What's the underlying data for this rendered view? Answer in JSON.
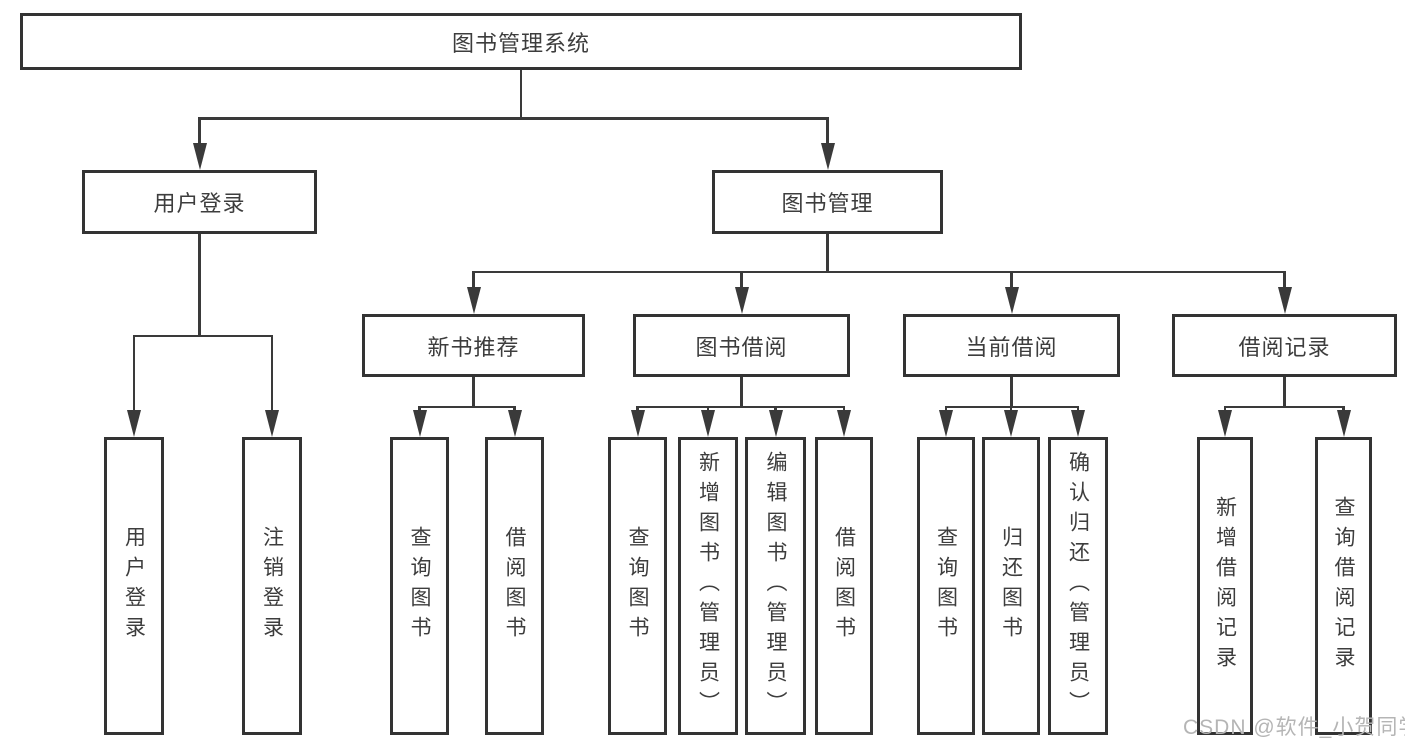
{
  "colors": {
    "line": "#3a3a3a",
    "border": "#333333",
    "text": "#3d3d3d"
  },
  "watermark": {
    "text": "CSDN @软件_小贺同学",
    "color": "#b5b5b5"
  },
  "tree": {
    "root": "图书管理系统",
    "branches": [
      {
        "label": "用户登录",
        "leaves": [
          "用户登录",
          "注销登录"
        ]
      },
      {
        "label": "图书管理",
        "sections": [
          {
            "label": "新书推荐",
            "leaves": [
              "查询图书",
              "借阅图书"
            ]
          },
          {
            "label": "图书借阅",
            "leaves": [
              "查询图书",
              "新增图书（管理员）",
              "编辑图书（管理员）",
              "借阅图书"
            ]
          },
          {
            "label": "当前借阅",
            "leaves": [
              "查询图书",
              "归还图书",
              "确认归还（管理员）"
            ]
          },
          {
            "label": "借阅记录",
            "leaves": [
              "新增借阅记录",
              "查询借阅记录"
            ]
          }
        ]
      }
    ]
  }
}
